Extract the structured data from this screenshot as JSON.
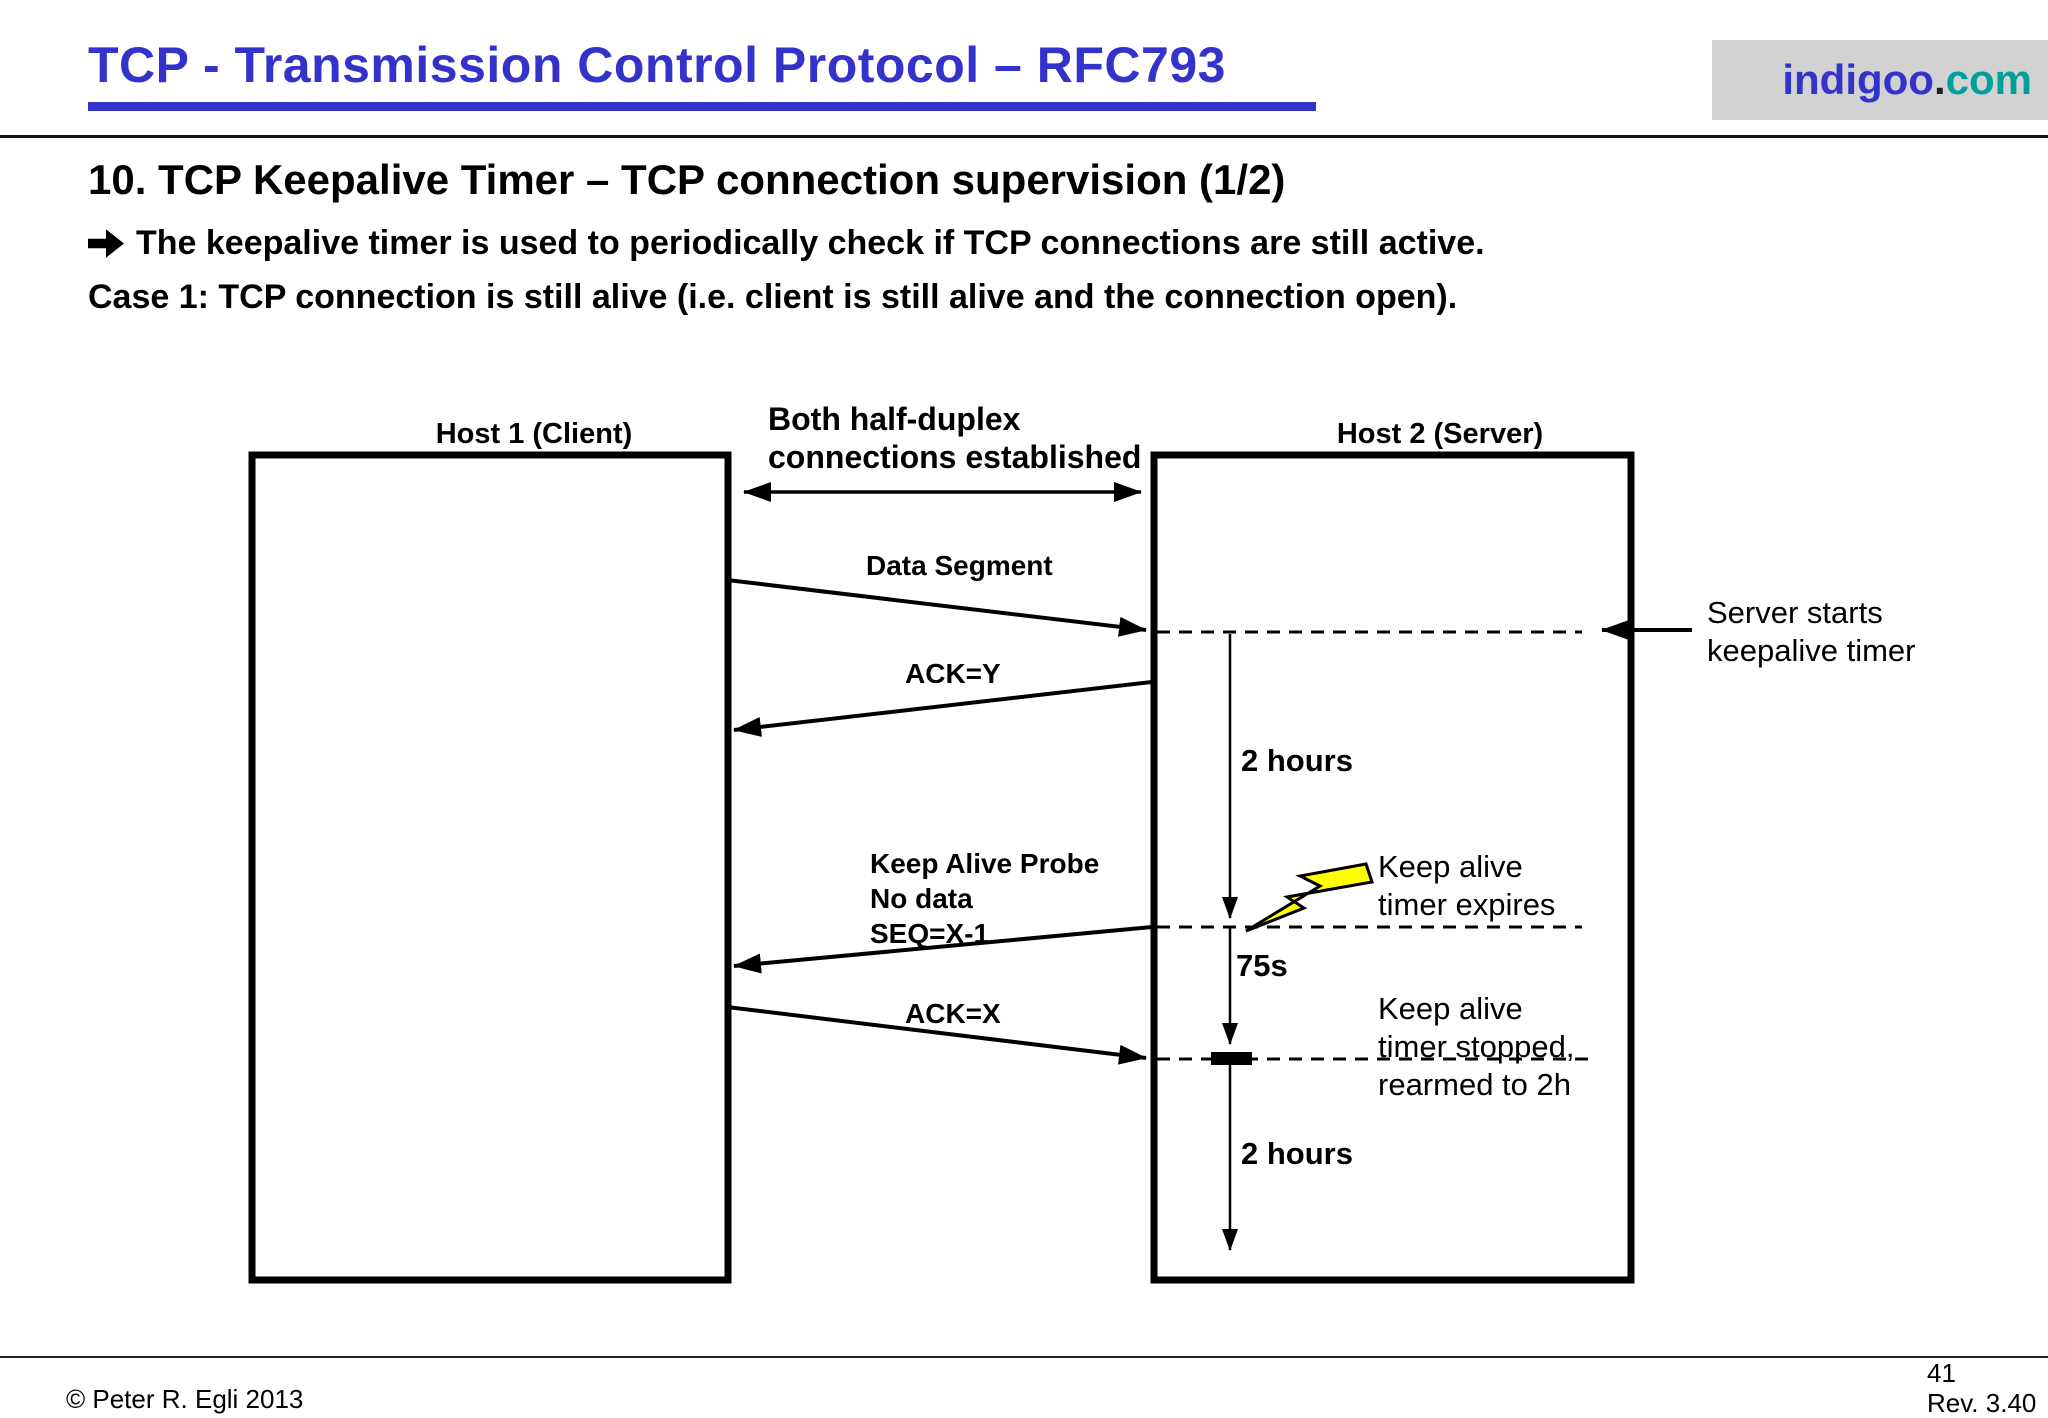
{
  "header": {
    "title": "TCP - Transmission Control Protocol – RFC793",
    "logo": {
      "name": "indigoo",
      "dot": ".",
      "tld": "com"
    }
  },
  "heading": {
    "title": "10. TCP Keepalive Timer – TCP connection supervision (1/2)",
    "bullet_icon": "arrow-right-icon",
    "bullet": "The keepalive timer is used to periodically check if TCP connections are still active.",
    "case_line": "Case 1: TCP connection is still alive (i.e. client is still alive and the connection open)."
  },
  "diagram": {
    "host1": "Host 1 (Client)",
    "host2": "Host 2 (Server)",
    "established": {
      "line1": "Both half-duplex",
      "line2": "connections established"
    },
    "messages": {
      "data_segment": "Data Segment",
      "ack_y": "ACK=Y",
      "ka_probe": {
        "line1": "Keep Alive Probe",
        "line2": "No data",
        "line3": "SEQ=X-1"
      },
      "ack_x": "ACK=X"
    },
    "timer": {
      "interval1": "2 hours",
      "probe_wait": "75s",
      "interval2": "2 hours"
    },
    "annotations": {
      "server_starts": {
        "line1": "Server starts",
        "line2": "keepalive timer"
      },
      "expires": {
        "line1": "Keep alive",
        "line2": "timer expires",
        "icon": "lightning-bolt-icon"
      },
      "stopped": {
        "line1": "Keep alive",
        "line2": "timer stopped,",
        "line3": "rearmed to 2h"
      }
    }
  },
  "footer": {
    "copyright": "© Peter R. Egli 2013",
    "page": "41",
    "revision": "Rev. 3.40"
  },
  "colors": {
    "title_blue": "#3333cc",
    "logo_teal": "#00a09a",
    "logo_bg": "#d2d2d2",
    "bolt_yellow": "#ffff00",
    "line_black": "#000000"
  }
}
